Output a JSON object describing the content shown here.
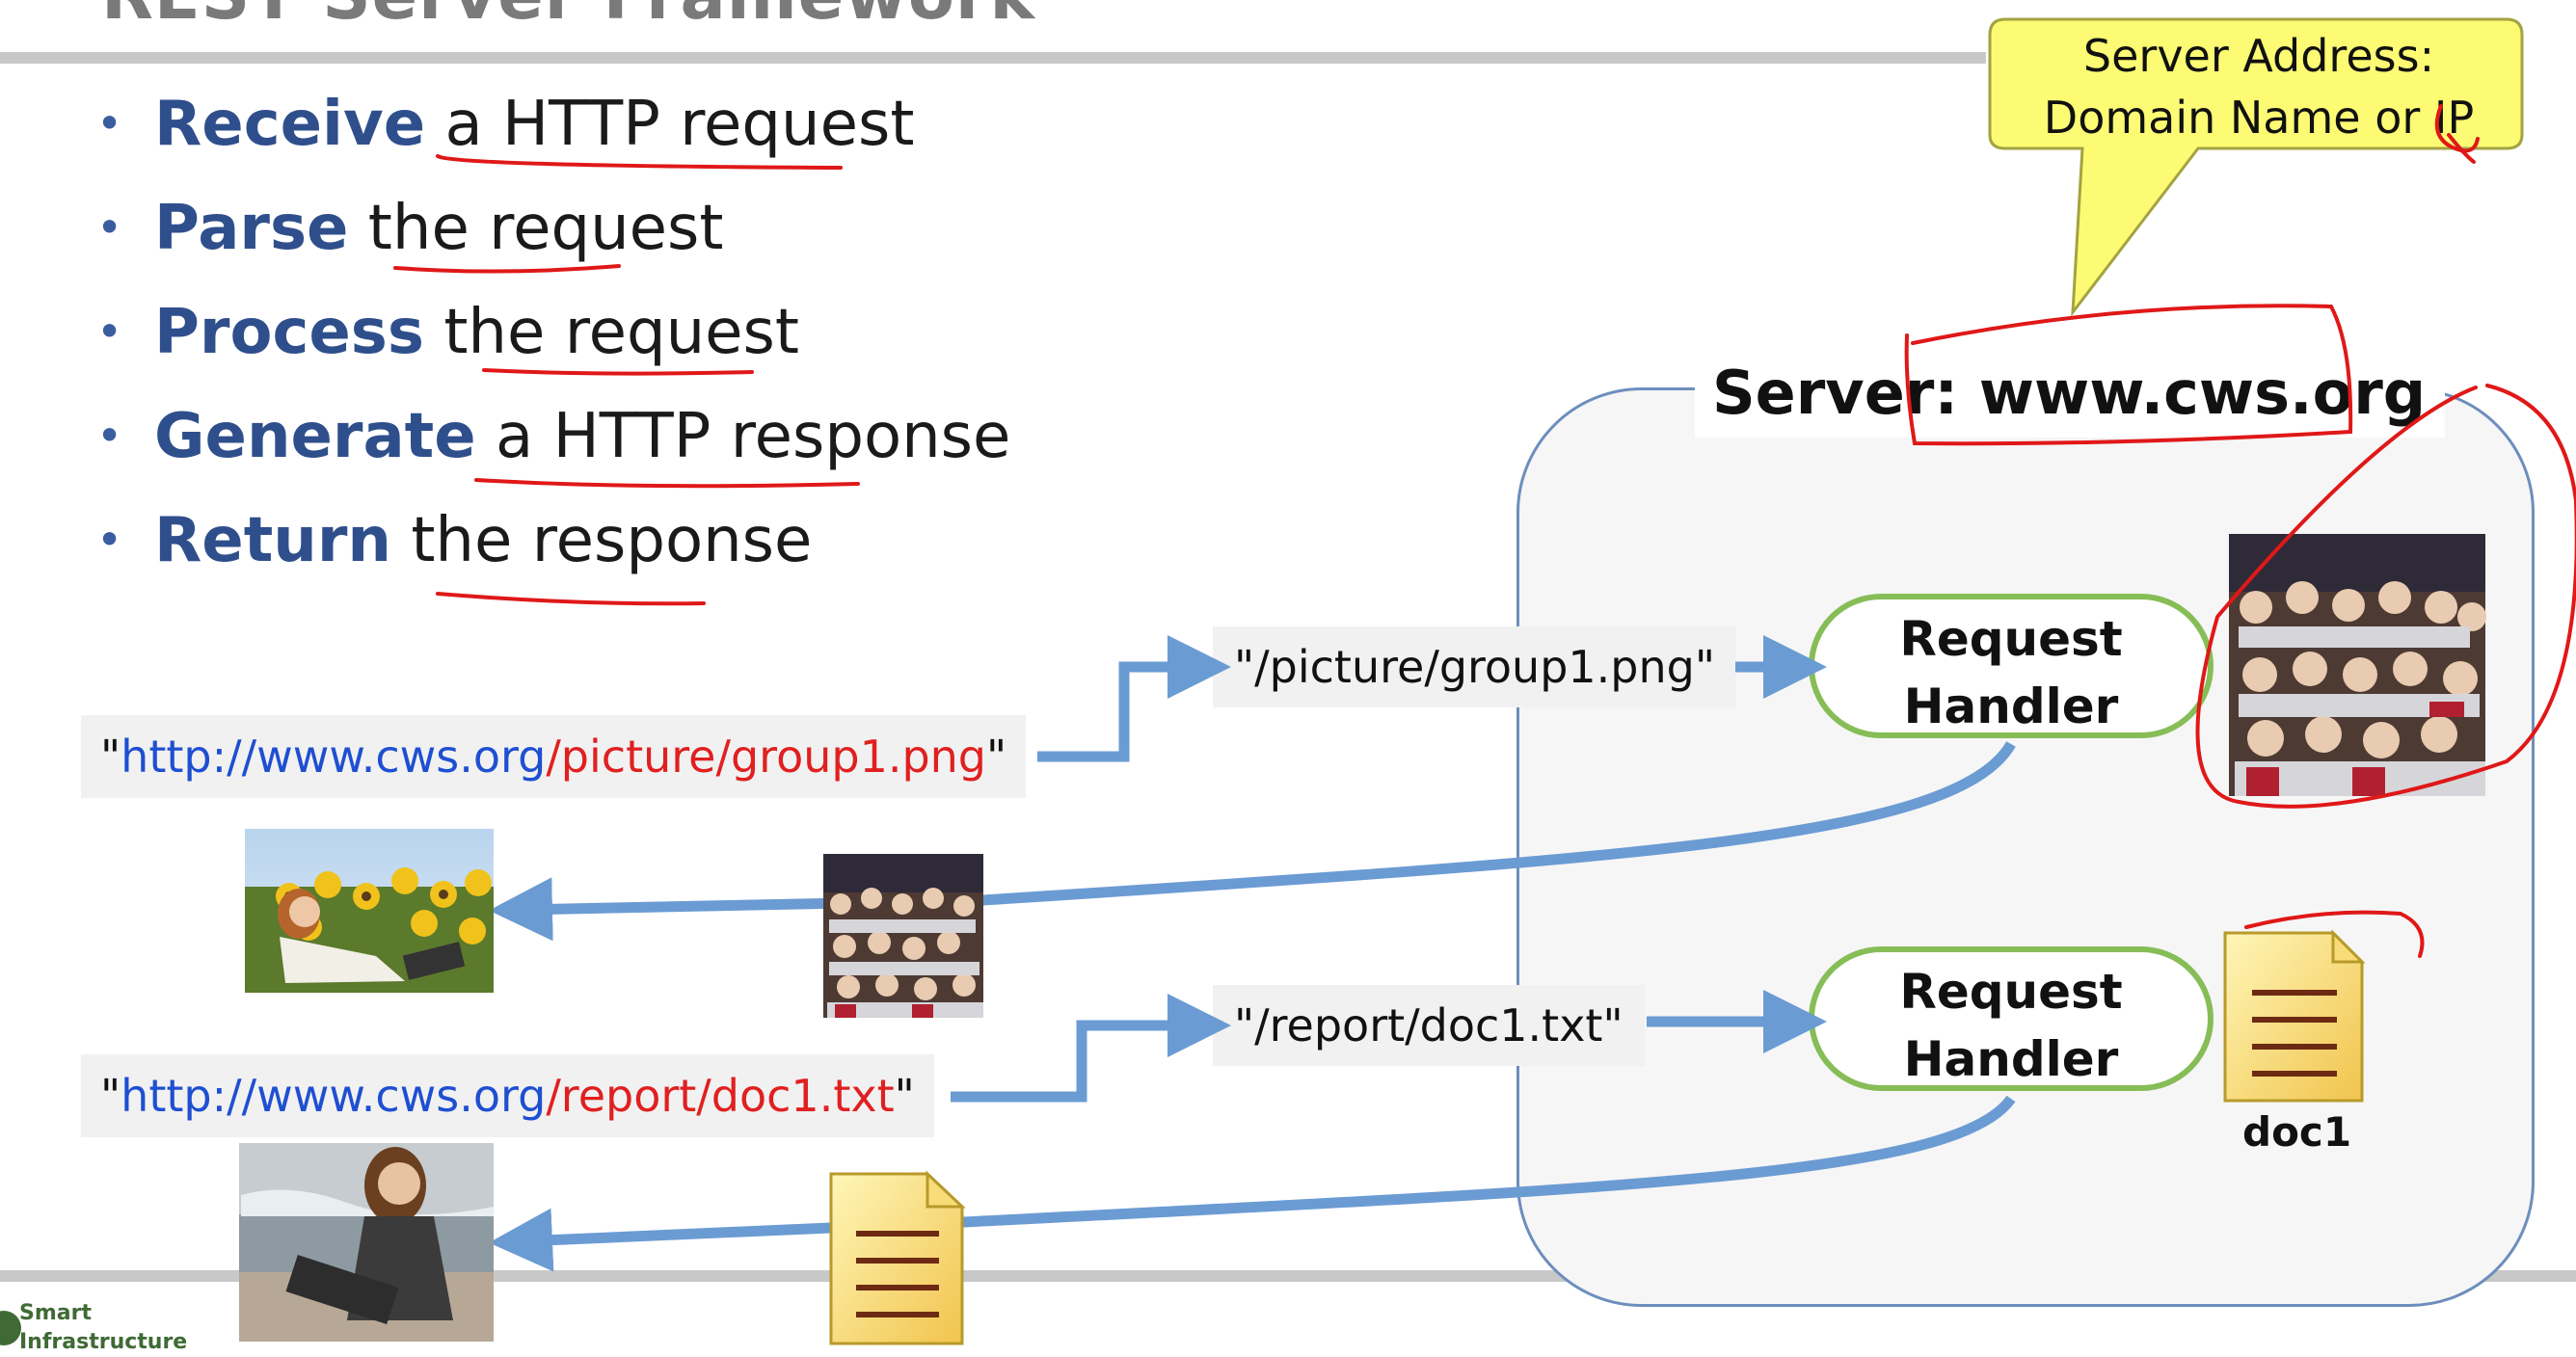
{
  "slide": {
    "title_partial": "REST Server Framework"
  },
  "bullets": [
    {
      "verb": "Receive",
      "rest": " a HTTP request"
    },
    {
      "verb": "Parse",
      "rest": " the request"
    },
    {
      "verb": "Process",
      "rest": " the request"
    },
    {
      "verb": "Generate",
      "rest": " a HTTP response"
    },
    {
      "verb": "Return",
      "rest": " the response"
    }
  ],
  "callout": {
    "line1": "Server Address:",
    "line2": "Domain Name or IP"
  },
  "server": {
    "label_prefix": "Server",
    "label_host": ": www.cws.org"
  },
  "requests": [
    {
      "quote_open": "\"",
      "host": "http://www.cws.org",
      "path": "/picture/group1.png",
      "quote_close": "\"",
      "path_label": "\"/picture/group1.png\""
    },
    {
      "quote_open": "\"",
      "host": "http://www.cws.org",
      "path": "/report/doc1.txt",
      "quote_close": "\"",
      "path_label": "\"/report/doc1.txt\""
    }
  ],
  "handlers": [
    {
      "line1": "Request",
      "line2": "Handler"
    },
    {
      "line1": "Request",
      "line2": "Handler"
    }
  ],
  "doc_label": "doc1",
  "logo": {
    "line1": "Smart",
    "line2": "Infrastructure"
  },
  "colors": {
    "arrow_blue": "#6b9bd3",
    "handler_green": "#86bd57",
    "annotation_red": "#e01818",
    "callout_yellow": "#fdfb74",
    "verb_blue": "#2f4f8c"
  },
  "icons": [
    "group-photo-icon",
    "woman-sunflower-photo-icon",
    "woman-laptop-photo-icon",
    "document-icon",
    "logo-icon"
  ]
}
